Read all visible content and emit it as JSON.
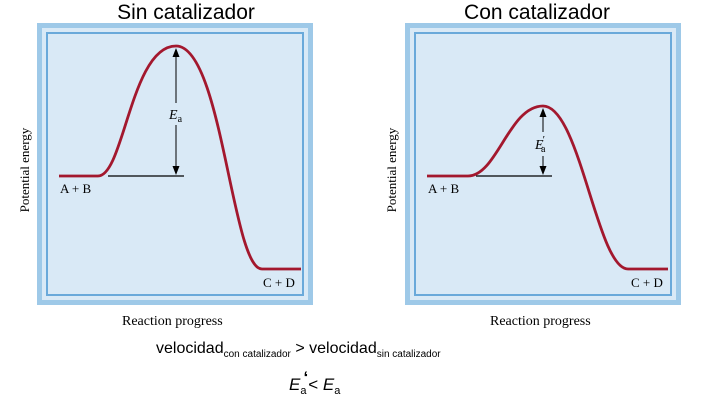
{
  "titles": {
    "left": "Sin catalizador",
    "right": "Con catalizador"
  },
  "diagram_left": {
    "y_label": "Potential energy",
    "x_label": "Reaction progress",
    "reactants": "A + B",
    "products": "C + D",
    "activation_energy_symbol": "E",
    "activation_energy_sub": "a"
  },
  "diagram_right": {
    "y_label": "Potential energy",
    "x_label": "Reaction progress",
    "reactants": "A + B",
    "products": "C + D",
    "activation_energy_symbol": "E",
    "activation_energy_prime": "′",
    "activation_energy_sub": "a"
  },
  "rate_comparison": {
    "word1": "velocidad",
    "sub1": "con catalizador",
    "operator": " > ",
    "word2": "velocidad",
    "sub2": "sin catalizador"
  },
  "energy_comparison": {
    "lhs_symbol": "E",
    "lhs_sub": "a",
    "lhs_prime": "‘",
    "operator": "< ",
    "rhs_symbol": "E",
    "rhs_sub": "a"
  },
  "colors": {
    "curve": "#a3182e",
    "panel_fill": "#d9e9f6",
    "panel_border": "#9ec9e8",
    "panel_inner_border": "#6aa9da"
  }
}
